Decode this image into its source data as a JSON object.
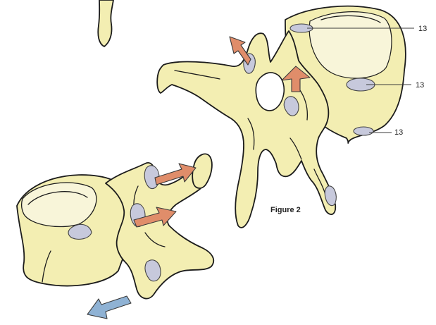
{
  "figure": {
    "caption": "Figure 2",
    "callouts": [
      "13",
      "13",
      "13"
    ]
  },
  "colors": {
    "bone": "#f3eeb2",
    "bone_shadow": "#e3dc92",
    "disc_surface": "#f8f5d9",
    "facet": "#c7c9dc",
    "facet_highlight": "#e9eaf3",
    "outline": "#1c1c1c",
    "arrow_orange": "#e08d6a",
    "arrow_blue": "#8fb2d4"
  },
  "icons": {
    "motion_arrows": [
      "orange-arrow",
      "orange-arrow",
      "orange-arrow",
      "orange-arrow",
      "blue-arrow"
    ]
  }
}
